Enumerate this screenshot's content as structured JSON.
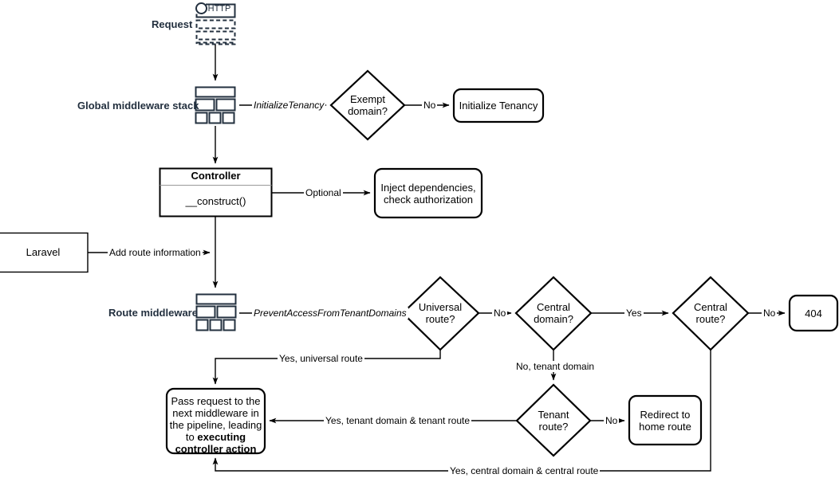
{
  "diagram": {
    "title": "Laravel multi-tenancy request lifecycle flowchart",
    "colors": {
      "stroke": "#000000",
      "icon_stroke": "#23303f",
      "label_text": "#23303f",
      "background": "#ffffff"
    },
    "side_labels": [
      {
        "id": "request",
        "text": "Request"
      },
      {
        "id": "global-middleware-stack",
        "text": "Global middleware stack"
      },
      {
        "id": "route-middleware",
        "text": "Route middleware"
      }
    ],
    "icons": [
      {
        "id": "http-request-icon",
        "name": "http-request-icon",
        "caption": "HTTP"
      },
      {
        "id": "global-middleware-stack-icon",
        "name": "middleware-stack-icon"
      },
      {
        "id": "route-middleware-icon",
        "name": "middleware-stack-icon"
      }
    ],
    "nodes": [
      {
        "id": "exempt-domain",
        "shape": "diamond",
        "text": "Exempt\ndomain?"
      },
      {
        "id": "initialize-tenancy",
        "shape": "rounded-rect",
        "text": "Initialize Tenancy"
      },
      {
        "id": "controller",
        "shape": "uml-class",
        "title": "Controller",
        "text": "__construct()"
      },
      {
        "id": "inject-dependencies",
        "shape": "rounded-rect",
        "text": "Inject dependencies,\ncheck authorization"
      },
      {
        "id": "laravel",
        "shape": "rect",
        "text": "Laravel"
      },
      {
        "id": "universal-route",
        "shape": "diamond",
        "text": "Universal\nroute?"
      },
      {
        "id": "central-domain",
        "shape": "diamond",
        "text": "Central\ndomain?"
      },
      {
        "id": "central-route",
        "shape": "diamond",
        "text": "Central\nroute?"
      },
      {
        "id": "not-found",
        "shape": "rounded-rect",
        "text": "404"
      },
      {
        "id": "tenant-route",
        "shape": "diamond",
        "text": "Tenant\nroute?"
      },
      {
        "id": "redirect-home",
        "shape": "rounded-rect",
        "text": "Redirect to\nhome route"
      },
      {
        "id": "pass-request",
        "shape": "rounded-rect",
        "text_part1": "Pass request to the next middleware in the pipeline, leading to ",
        "text_part2": "executing controller action"
      }
    ],
    "edge_labels": [
      {
        "id": "initialize-tenancy-edge",
        "text": "InitializeTenancy",
        "style": "italic"
      },
      {
        "id": "exempt-domain-no",
        "text": "No",
        "style": "normal"
      },
      {
        "id": "controller-optional",
        "text": "Optional",
        "style": "normal"
      },
      {
        "id": "add-route-information",
        "text": "Add route information",
        "style": "normal"
      },
      {
        "id": "prevent-access-edge",
        "text": "PreventAccessFromTenantDomains",
        "style": "italic"
      },
      {
        "id": "universal-route-no",
        "text": "No",
        "style": "normal"
      },
      {
        "id": "central-domain-yes",
        "text": "Yes",
        "style": "normal"
      },
      {
        "id": "central-route-no",
        "text": "No",
        "style": "normal"
      },
      {
        "id": "universal-route-yes",
        "text": "Yes, universal route",
        "style": "normal"
      },
      {
        "id": "no-tenant-domain",
        "text": "No, tenant domain",
        "style": "normal"
      },
      {
        "id": "tenant-route-yes",
        "text": "Yes, tenant domain & tenant route",
        "style": "normal"
      },
      {
        "id": "tenant-route-no",
        "text": "No",
        "style": "normal"
      },
      {
        "id": "central-domain-central-route",
        "text": "Yes, central domain & central route",
        "style": "normal"
      }
    ]
  }
}
